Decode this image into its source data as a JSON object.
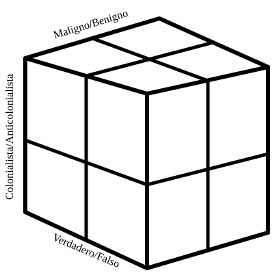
{
  "diagram": {
    "type": "cube-2x2x2",
    "labels": {
      "top_axis": "Maligno/Benigno",
      "left_axis": "Colonialista/Anticolonialista",
      "bottom_axis": "Verdadero/Falso"
    },
    "colors": {
      "stroke": "#000000",
      "background": "#ffffff"
    }
  }
}
